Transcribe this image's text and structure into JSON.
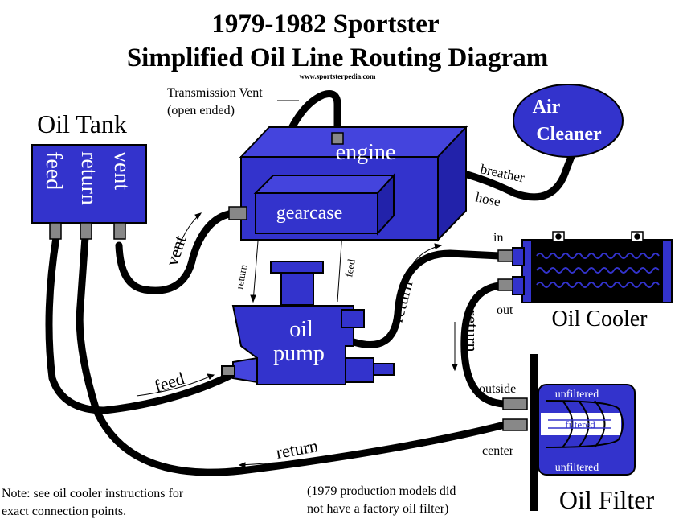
{
  "title": {
    "line1": "1979-1982 Sportster",
    "line2": "Simplified Oil Line Routing Diagram",
    "website": "www.sportsterpedia.com"
  },
  "colors": {
    "blue": "#3333cc",
    "dark_blue": "#2222aa",
    "hose": "#000000",
    "outline": "#000000"
  },
  "components": {
    "oil_tank": {
      "label": "Oil Tank",
      "ports": [
        "feed",
        "return",
        "vent"
      ]
    },
    "engine": {
      "label": "engine"
    },
    "gearcase": {
      "label": "gearcase"
    },
    "air_cleaner": {
      "label_line1": "Air",
      "label_line2": "Cleaner"
    },
    "oil_pump": {
      "label_line1": "oil",
      "label_line2": "pump"
    },
    "oil_cooler": {
      "label": "Oil Cooler",
      "port_in": "in",
      "port_out": "out"
    },
    "oil_filter": {
      "label": "Oil Filter",
      "port_outside": "outside",
      "port_center": "center",
      "zone_top": "unfiltered",
      "zone_middle": "filtered",
      "zone_bottom": "unfiltered"
    }
  },
  "line_labels": {
    "transmission_vent_line1": "Transmission Vent",
    "transmission_vent_line2": "(open ended)",
    "breather": "breather",
    "hose": "hose",
    "vent": "vent",
    "feed": "feed",
    "return_pump_out": "return",
    "return_cooler": "return",
    "return_tank": "return",
    "internal_return": "return",
    "internal_feed": "feed"
  },
  "notes": {
    "note_line1": "Note: see oil cooler instructions for",
    "note_line2": "exact connection points.",
    "production_line1": "(1979 production models did",
    "production_line2": "not have a factory oil filter)"
  }
}
